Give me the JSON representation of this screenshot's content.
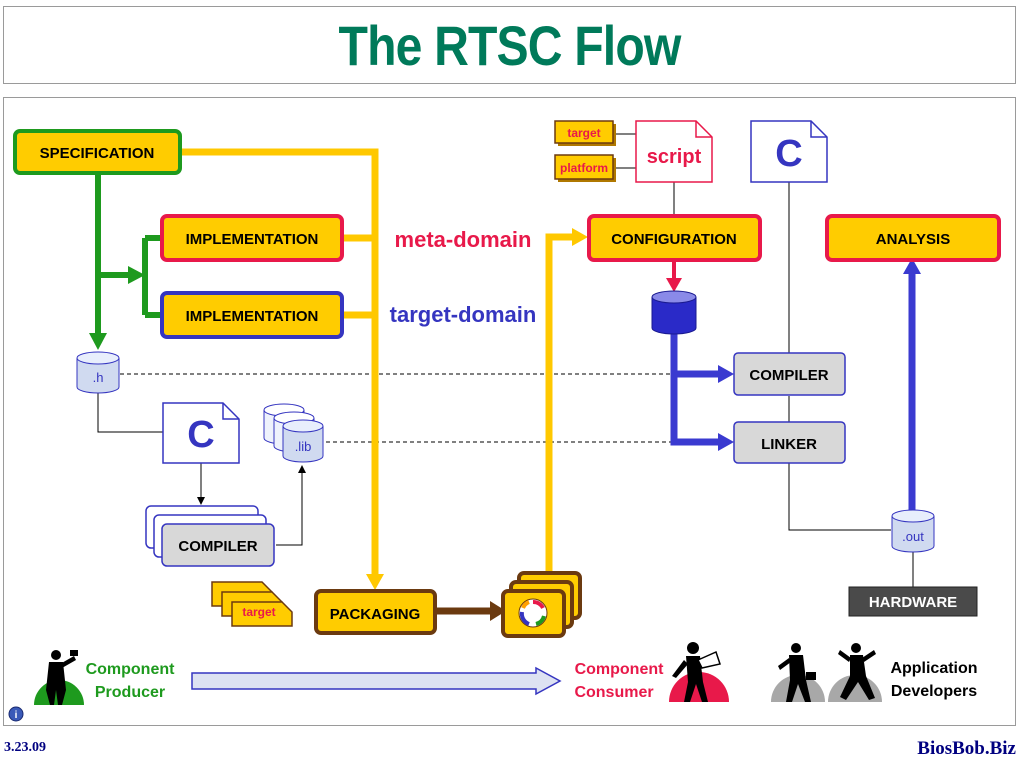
{
  "title": "The RTSC Flow",
  "boxes": {
    "specification": "SPECIFICATION",
    "implementation_meta": "IMPLEMENTATION",
    "implementation_target": "IMPLEMENTATION",
    "configuration": "CONFIGURATION",
    "analysis": "ANALYSIS",
    "compiler_target": "COMPILER",
    "linker": "LINKER",
    "compiler_local": "COMPILER",
    "packaging": "PACKAGING",
    "hardware": "HARDWARE"
  },
  "files": {
    "header": ".h",
    "lib": ".lib",
    "out": ".out",
    "c_source_left": "C",
    "c_source_right": "C",
    "script": "script"
  },
  "tags": {
    "target_top": "target",
    "platform": "platform",
    "target_packaging": "target"
  },
  "domains": {
    "meta": "meta-domain",
    "target": "target-domain"
  },
  "roles": {
    "producer": "Component\nProducer",
    "consumer": "Component\nConsumer",
    "developers": "Application\nDevelopers"
  },
  "footer": {
    "date": "3.23.09",
    "brand": "BiosBob.Biz"
  },
  "colors": {
    "title": "#007a5a",
    "spec_border": "#1e9a1e",
    "meta_border": "#e8194a",
    "target_border": "#3535c0",
    "flow_yellow": "#ffc800",
    "flow_blue": "#3a3ad0",
    "packaging_brown": "#6b3a10",
    "box_fill": "#ffcc00",
    "tool_fill": "#d8d8d8"
  }
}
